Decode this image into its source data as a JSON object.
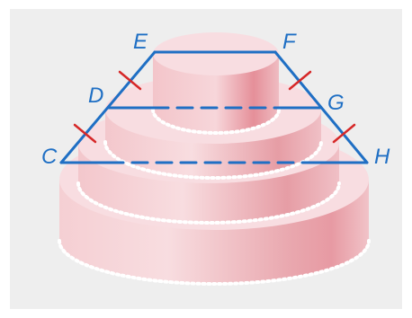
{
  "figure": {
    "background": "#eeeeee",
    "line_color": "#1f6fc4",
    "tick_color": "#d62828",
    "cake_color": "#f2b8bd",
    "points": {
      "C": "C",
      "D": "D",
      "E": "E",
      "F": "F",
      "G": "G",
      "H": "H"
    },
    "tiers": [
      "bottom-tier",
      "middle-tier",
      "top-tier"
    ],
    "segments": [
      "CH",
      "DG",
      "EF",
      "CE",
      "HF"
    ],
    "congruence_marks": [
      "CD",
      "DE",
      "FG",
      "GH"
    ]
  }
}
